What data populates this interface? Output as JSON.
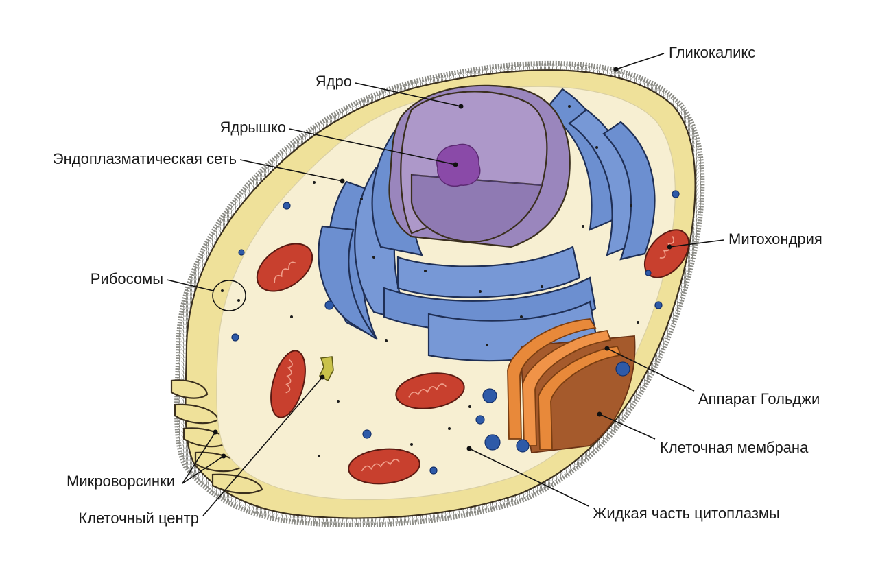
{
  "labels": {
    "glycocalyx": "Гликокаликс",
    "nucleus": "Ядро",
    "nucleolus": "Ядрышко",
    "er": "Эндоплазматическая сеть",
    "mitochondrion": "Митохондрия",
    "ribosomes": "Рибосомы",
    "golgi": "Аппарат Гольджи",
    "cell_membrane": "Клеточная мембрана",
    "microvilli": "Микроворсинки",
    "cell_center": "Клеточный центр",
    "cytosol": "Жидкая часть цитоплазмы"
  },
  "colors": {
    "cytoplasm": "#f7efd2",
    "membrane": "#efe19a",
    "membrane_dark": "#c9b45a",
    "glycocalyx": "#8c8c86",
    "nucleus": "#ad98c9",
    "nucleus_dark": "#7d6aa0",
    "nucleolus": "#8a4aa8",
    "er": "#6c8fd0",
    "er_dark": "#3f5fa8",
    "mitochondria": "#c8402e",
    "golgi": "#e8893a",
    "golgi_back": "#a55a2c",
    "vesicle": "#2e5aa8"
  }
}
